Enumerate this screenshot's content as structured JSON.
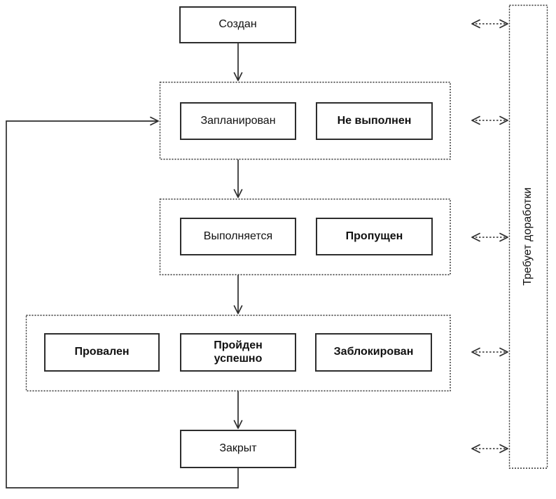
{
  "diagram": {
    "background": "#ffffff",
    "line_color": "#2d2d2d",
    "text_color": "#111111",
    "nodes": {
      "created": {
        "label": "Создан",
        "emphasis": "normal"
      },
      "planned": {
        "label": "Запланирован",
        "emphasis": "normal"
      },
      "not_executed": {
        "label": "Не выполнен",
        "emphasis": "bold"
      },
      "in_progress": {
        "label": "Выполняется",
        "emphasis": "normal"
      },
      "skipped": {
        "label": "Пропущен",
        "emphasis": "bold"
      },
      "failed": {
        "label": "Провален",
        "emphasis": "bold"
      },
      "passed": {
        "label": "Пройден успешно",
        "emphasis": "bold"
      },
      "blocked": {
        "label": "Заблокирован",
        "emphasis": "bold"
      },
      "closed": {
        "label": "Закрыт",
        "emphasis": "normal"
      },
      "needs_rework": {
        "label": "Требует доработки",
        "emphasis": "normal"
      }
    },
    "groups": [
      {
        "name": "planned-group",
        "members": [
          "planned",
          "not_executed"
        ]
      },
      {
        "name": "executing-group",
        "members": [
          "in_progress",
          "skipped"
        ]
      },
      {
        "name": "result-group",
        "members": [
          "failed",
          "passed",
          "blocked"
        ]
      }
    ],
    "edges": [
      {
        "from": "created",
        "to": "planned-group",
        "style": "solid-arrow"
      },
      {
        "from": "planned-group",
        "to": "executing-group",
        "style": "solid-arrow"
      },
      {
        "from": "executing-group",
        "to": "result-group",
        "style": "solid-arrow"
      },
      {
        "from": "result-group",
        "to": "closed",
        "style": "solid-arrow"
      },
      {
        "from": "closed",
        "to": "planned-group",
        "style": "solid-arrow-loop"
      },
      {
        "from": "created",
        "to": "needs_rework",
        "style": "dashed-bidirectional"
      },
      {
        "from": "planned-group",
        "to": "needs_rework",
        "style": "dashed-bidirectional"
      },
      {
        "from": "executing-group",
        "to": "needs_rework",
        "style": "dashed-bidirectional"
      },
      {
        "from": "result-group",
        "to": "needs_rework",
        "style": "dashed-bidirectional"
      },
      {
        "from": "closed",
        "to": "needs_rework",
        "style": "dashed-bidirectional"
      }
    ]
  }
}
